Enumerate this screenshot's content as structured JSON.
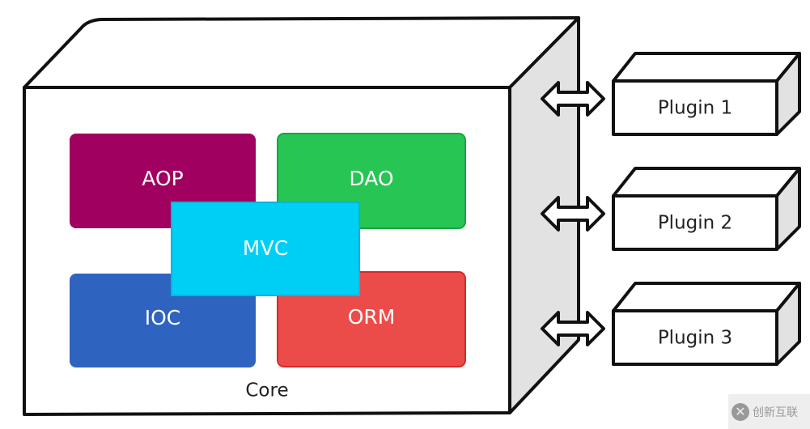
{
  "diagram": {
    "core": {
      "label": "Core",
      "modules": [
        {
          "id": "aop",
          "label": "AOP",
          "color": "#A0005F"
        },
        {
          "id": "dao",
          "label": "DAO",
          "color": "#27C553"
        },
        {
          "id": "ioc",
          "label": "IOC",
          "color": "#2E63C0"
        },
        {
          "id": "orm",
          "label": "ORM",
          "color": "#EC4C49"
        },
        {
          "id": "mvc",
          "label": "MVC",
          "color": "#00CFF5"
        }
      ],
      "side_color": "#E2E2E2"
    },
    "plugins": [
      {
        "label": "Plugin 1"
      },
      {
        "label": "Plugin 2"
      },
      {
        "label": "Plugin 3"
      }
    ],
    "connector_icon": "double-arrow-icon"
  },
  "watermark": {
    "logo_icon": "x-logo-icon",
    "text": "创新互联"
  }
}
